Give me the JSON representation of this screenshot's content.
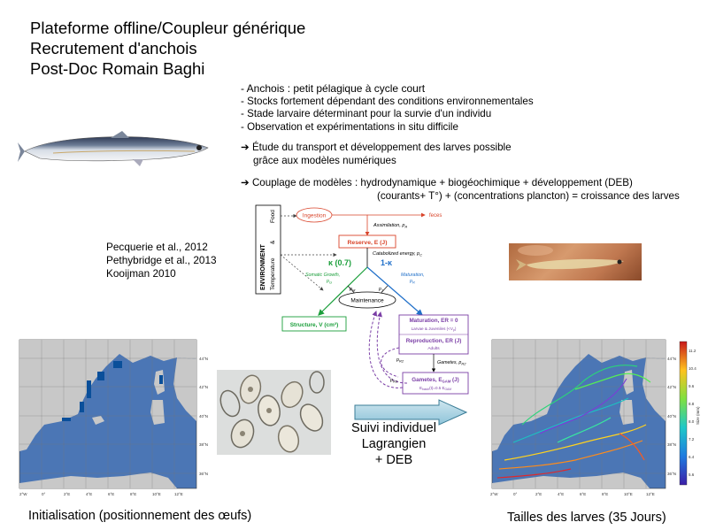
{
  "title_lines": [
    "Plateforme offline/Coupleur générique",
    "Recrutement d'anchois",
    "Post-Doc Romain Baghi"
  ],
  "bullets": [
    "- Anchois : petit pélagique à cycle court",
    "- Stocks fortement dépendant des conditions environnementales",
    "- Stade larvaire déterminant pour la survie d'un individu",
    "- Observation et expérimentations in situ difficile"
  ],
  "arrow_points": [
    {
      "line1": "Étude du transport et développement des larves possible",
      "line2": "grâce aux modèles numériques"
    },
    {
      "line1": "Couplage de modèles :  hydrodynamique + biogéochimique + développement (DEB)",
      "line2": "(courants+ T°) + (concentrations plancton) = croissance des larves"
    }
  ],
  "references": [
    "Pecquerie et al., 2012",
    "Pethybridge et al., 2013",
    "Kooijman 2010"
  ],
  "deb_diagram": {
    "environment": "ENVIRONMENT",
    "food": "Food",
    "amp": "&",
    "temperature": "Temperature",
    "ingestion": "Ingestion",
    "feces": "feces",
    "assimilation": "Assimilation, p",
    "assimilation_sub": "A",
    "reserve": "Reserve, E (J)",
    "catabolized": "Catabolized energy, p",
    "catabolized_sub": "C",
    "kappa": "κ (0.7)",
    "one_minus_kappa": "1-κ",
    "somatic": "Somatic Growth,",
    "somatic_p": "p",
    "somatic_sub": "G",
    "maturation_flux": "Maturation,",
    "maturation_p": "p",
    "maturation_sub": "R",
    "pm": "p",
    "pm_sub": "M",
    "pj": "p",
    "pj_sub": "J",
    "maintenance": "Maintenance",
    "structure": "Structure, V (cm³)",
    "maturation_box": "Maturation, ER = 0",
    "maturation_box_sub": "Larvae & Juveniles (<V",
    "maturation_box_sub2": "p",
    "maturation_box_sub3": ")",
    "reproduction_box": "Reproduction, ER (J)",
    "reproduction_sub": "Adults",
    "gametes_flux": "Gametes, p",
    "gametes_flux_sub": "R2",
    "pr2": "p",
    "pr2_sub": "R2",
    "pr3": "p",
    "pr3_sub": "R3",
    "gametes_box": "Gametes, E",
    "gametes_box_sub": "GAM",
    "gametes_box_unit": " (J)",
    "gametes_box_line2": "E",
    "gametes_box_line2_sub": "batch",
    "gametes_box_line2_rest": "(t)=0.5 E",
    "gametes_box_line2_sub2": "GAM"
  },
  "middle_text": [
    "Suivi individuel",
    "Lagrangien",
    "+ DEB"
  ],
  "captions": {
    "left": "Initialisation (positionnement des œufs)",
    "right": "Tailles des larves (35 Jours)"
  },
  "map_ticks": {
    "lon": [
      "2°W",
      "0°",
      "2°E",
      "4°E",
      "6°E",
      "8°E",
      "10°E",
      "12°E"
    ],
    "lat": [
      "44°N",
      "42°N",
      "40°N",
      "38°N",
      "36°N"
    ]
  },
  "colorbar": {
    "label": "Size (mm)",
    "ticks": [
      "11.2",
      "10.4",
      "9.6",
      "8.8",
      "8.0",
      "7.2",
      "6.4",
      "5.6"
    ]
  },
  "colors": {
    "ingestion": "#d9442a",
    "kappa_green": "#1a9e3a",
    "kappa_blue": "#1f6fc9",
    "purple": "#7b3fa6",
    "sea": "#4b76b5",
    "land": "#c8c8c8"
  }
}
